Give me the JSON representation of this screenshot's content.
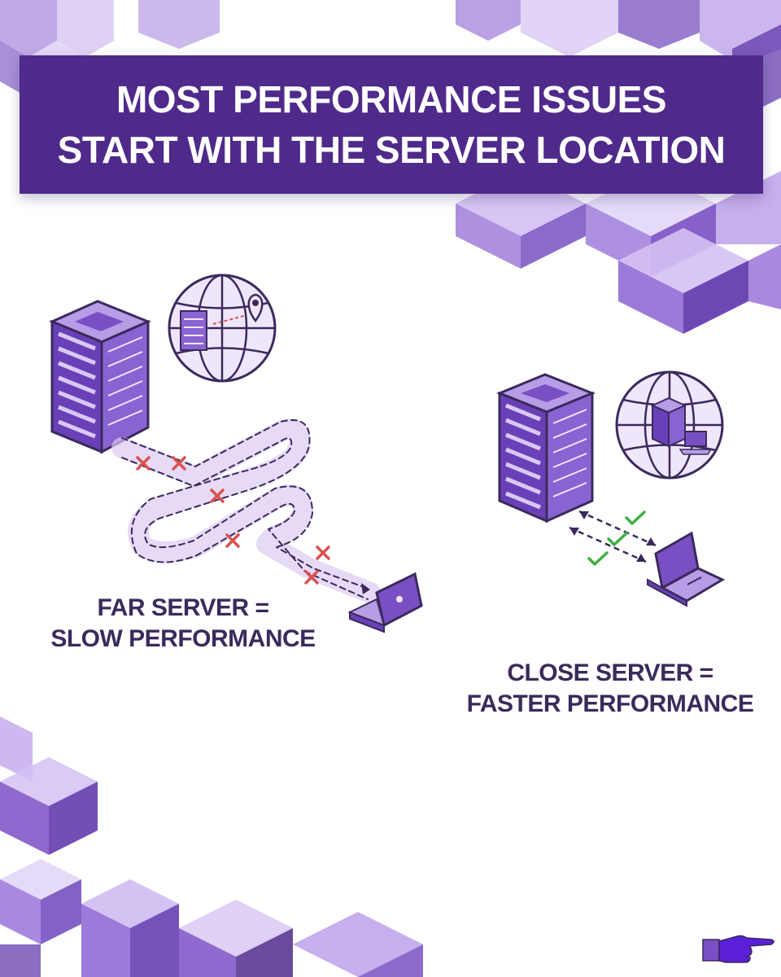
{
  "title": {
    "line1": "MOST PERFORMANCE ISSUES",
    "line2": "START WITH THE SERVER LOCATION"
  },
  "far_panel": {
    "caption_line1": "FAR SERVER =",
    "caption_line2": "SLOW PERFORMANCE",
    "icons": [
      "server-rack-icon",
      "globe-icon",
      "map-pin-icon",
      "laptop-icon",
      "cross-icon"
    ]
  },
  "close_panel": {
    "caption_line1": "CLOSE SERVER =",
    "caption_line2": "FASTER PERFORMANCE",
    "icons": [
      "server-rack-icon",
      "globe-icon",
      "laptop-icon",
      "checkmark-icon"
    ]
  },
  "footer": {
    "icon": "pointing-hand-icon"
  },
  "colors": {
    "banner": "#4f2a8a",
    "purple_dark": "#4b2a84",
    "purple_mid": "#7b4fc4",
    "purple_light": "#b79ce6",
    "caption_text": "#3b2a5c",
    "cross": "#d9534f",
    "check": "#3cb043"
  }
}
